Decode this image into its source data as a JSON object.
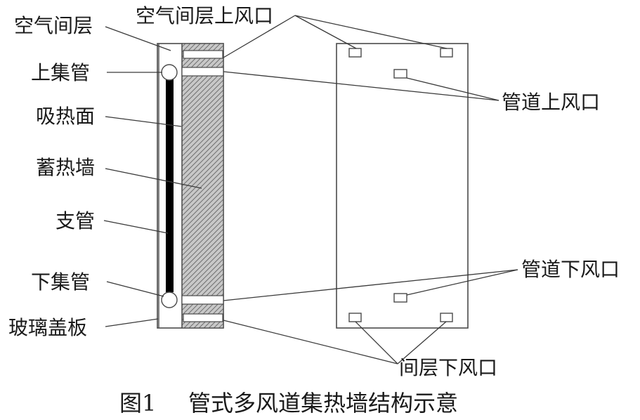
{
  "labels": {
    "air_layer": "空气间层",
    "upper_header": "上集管",
    "absorber": "吸热面",
    "storage_wall": "蓄热墙",
    "branch_pipe": "支管",
    "lower_header": "下集管",
    "glass_cover": "玻璃盖板",
    "air_layer_upper_vent": "空气间层上风口",
    "pipe_upper_vent": "管道上风口",
    "pipe_lower_vent": "管道下风口",
    "layer_lower_vent": "间层下风口"
  },
  "caption": {
    "number": "图1",
    "title": "管式多风道集热墙结构示意"
  },
  "colors": {
    "line": "#4a4a4a",
    "text": "#1a1a1a",
    "branch_pipe": "#000000",
    "hatch": "#9a9a9a"
  }
}
